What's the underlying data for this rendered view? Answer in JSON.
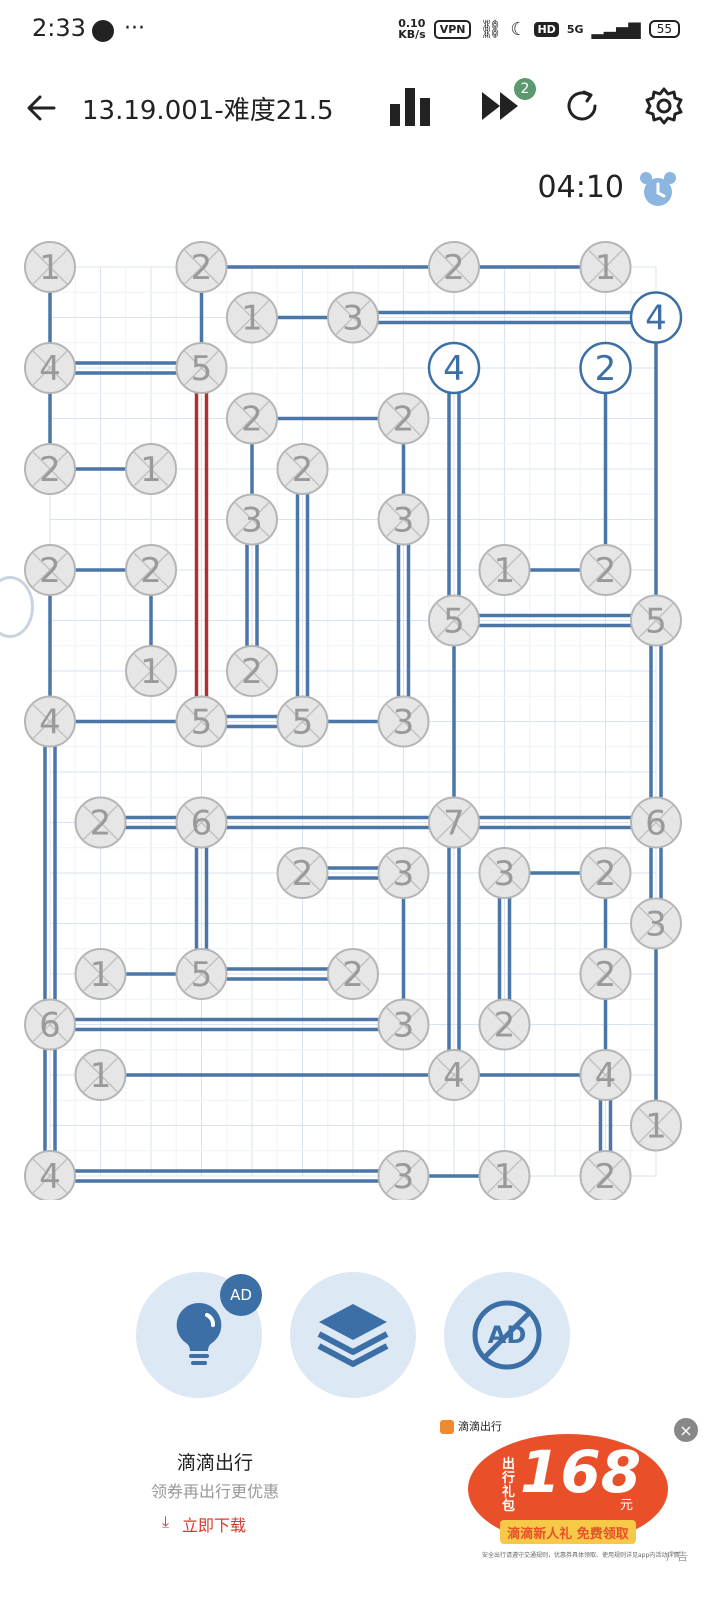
{
  "status_bar": {
    "time": "2:33",
    "speed": "0.10\nKB/s",
    "vpn": "VPN",
    "hd": "HD",
    "network": "5G",
    "battery": "55"
  },
  "header": {
    "title": "13.19.001-难度21.5",
    "skip_badge": "2"
  },
  "timer": "04:10",
  "colors": {
    "line": "#4a76a8",
    "highlight": "#b03030",
    "grid": "#d7e3ef",
    "node_fill": "#e6e6e6",
    "node_stroke": "#b5b5b5",
    "accent": "#3b6fa6"
  },
  "puzzle": {
    "grid": {
      "cols": 13,
      "rows": 19
    },
    "nodes": [
      {
        "c": 0,
        "r": 0,
        "v": "1",
        "done": true
      },
      {
        "c": 3,
        "r": 0,
        "v": "2",
        "done": true
      },
      {
        "c": 8,
        "r": 0,
        "v": "2",
        "done": true
      },
      {
        "c": 11,
        "r": 0,
        "v": "1",
        "done": true
      },
      {
        "c": 4,
        "r": 1,
        "v": "1",
        "done": true
      },
      {
        "c": 6,
        "r": 1,
        "v": "3",
        "done": true
      },
      {
        "c": 12,
        "r": 1,
        "v": "4",
        "done": false
      },
      {
        "c": 0,
        "r": 2,
        "v": "4",
        "done": true
      },
      {
        "c": 3,
        "r": 2,
        "v": "5",
        "done": true
      },
      {
        "c": 8,
        "r": 2,
        "v": "4",
        "done": false
      },
      {
        "c": 11,
        "r": 2,
        "v": "2",
        "done": false
      },
      {
        "c": 4,
        "r": 3,
        "v": "2",
        "done": true
      },
      {
        "c": 7,
        "r": 3,
        "v": "2",
        "done": true
      },
      {
        "c": 0,
        "r": 4,
        "v": "2",
        "done": true
      },
      {
        "c": 2,
        "r": 4,
        "v": "1",
        "done": true
      },
      {
        "c": 5,
        "r": 4,
        "v": "2",
        "done": true
      },
      {
        "c": 4,
        "r": 5,
        "v": "3",
        "done": true
      },
      {
        "c": 7,
        "r": 5,
        "v": "3",
        "done": true
      },
      {
        "c": 0,
        "r": 6,
        "v": "2",
        "done": true
      },
      {
        "c": 2,
        "r": 6,
        "v": "2",
        "done": true
      },
      {
        "c": 9,
        "r": 6,
        "v": "1",
        "done": true
      },
      {
        "c": 11,
        "r": 6,
        "v": "2",
        "done": true
      },
      {
        "c": 8,
        "r": 7,
        "v": "5",
        "done": true
      },
      {
        "c": 12,
        "r": 7,
        "v": "5",
        "done": true
      },
      {
        "c": 2,
        "r": 8,
        "v": "1",
        "done": true
      },
      {
        "c": 4,
        "r": 8,
        "v": "2",
        "done": true
      },
      {
        "c": 0,
        "r": 9,
        "v": "4",
        "done": true
      },
      {
        "c": 3,
        "r": 9,
        "v": "5",
        "done": true
      },
      {
        "c": 5,
        "r": 9,
        "v": "5",
        "done": true
      },
      {
        "c": 7,
        "r": 9,
        "v": "3",
        "done": true
      },
      {
        "c": 1,
        "r": 11,
        "v": "2",
        "done": true
      },
      {
        "c": 3,
        "r": 11,
        "v": "6",
        "done": true
      },
      {
        "c": 8,
        "r": 11,
        "v": "7",
        "done": true
      },
      {
        "c": 12,
        "r": 11,
        "v": "6",
        "done": true
      },
      {
        "c": 5,
        "r": 12,
        "v": "2",
        "done": true
      },
      {
        "c": 7,
        "r": 12,
        "v": "3",
        "done": true
      },
      {
        "c": 9,
        "r": 12,
        "v": "3",
        "done": true
      },
      {
        "c": 11,
        "r": 12,
        "v": "2",
        "done": true
      },
      {
        "c": 12,
        "r": 13,
        "v": "3",
        "done": true
      },
      {
        "c": 1,
        "r": 14,
        "v": "1",
        "done": true
      },
      {
        "c": 3,
        "r": 14,
        "v": "5",
        "done": true
      },
      {
        "c": 6,
        "r": 14,
        "v": "2",
        "done": true
      },
      {
        "c": 11,
        "r": 14,
        "v": "2",
        "done": true
      },
      {
        "c": 0,
        "r": 15,
        "v": "6",
        "done": true
      },
      {
        "c": 7,
        "r": 15,
        "v": "3",
        "done": true
      },
      {
        "c": 9,
        "r": 15,
        "v": "2",
        "done": true
      },
      {
        "c": 1,
        "r": 16,
        "v": "1",
        "done": true
      },
      {
        "c": 8,
        "r": 16,
        "v": "4",
        "done": true
      },
      {
        "c": 11,
        "r": 16,
        "v": "4",
        "done": true
      },
      {
        "c": 12,
        "r": 17,
        "v": "1",
        "done": true
      },
      {
        "c": 0,
        "r": 18,
        "v": "4",
        "done": true
      },
      {
        "c": 7,
        "r": 18,
        "v": "3",
        "done": true
      },
      {
        "c": 9,
        "r": 18,
        "v": "1",
        "done": true
      },
      {
        "c": 11,
        "r": 18,
        "v": "2",
        "done": true
      }
    ],
    "bridges": [
      {
        "a": [
          3,
          0
        ],
        "b": [
          8,
          0
        ],
        "n": 1
      },
      {
        "a": [
          8,
          0
        ],
        "b": [
          11,
          0
        ],
        "n": 1
      },
      {
        "a": [
          0,
          0
        ],
        "b": [
          0,
          2
        ],
        "n": 1
      },
      {
        "a": [
          3,
          0
        ],
        "b": [
          3,
          2
        ],
        "n": 1
      },
      {
        "a": [
          4,
          1
        ],
        "b": [
          6,
          1
        ],
        "n": 1
      },
      {
        "a": [
          6,
          1
        ],
        "b": [
          12,
          1
        ],
        "n": 2
      },
      {
        "a": [
          12,
          1
        ],
        "b": [
          12,
          7
        ],
        "n": 1
      },
      {
        "a": [
          0,
          2
        ],
        "b": [
          3,
          2
        ],
        "n": 2
      },
      {
        "a": [
          0,
          2
        ],
        "b": [
          0,
          4
        ],
        "n": 1
      },
      {
        "a": [
          3,
          2
        ],
        "b": [
          3,
          9
        ],
        "n": 2,
        "red": true
      },
      {
        "a": [
          8,
          2
        ],
        "b": [
          8,
          7
        ],
        "n": 2
      },
      {
        "a": [
          11,
          2
        ],
        "b": [
          11,
          6
        ],
        "n": 1
      },
      {
        "a": [
          4,
          3
        ],
        "b": [
          7,
          3
        ],
        "n": 1
      },
      {
        "a": [
          4,
          3
        ],
        "b": [
          4,
          5
        ],
        "n": 1
      },
      {
        "a": [
          7,
          3
        ],
        "b": [
          7,
          5
        ],
        "n": 1
      },
      {
        "a": [
          0,
          4
        ],
        "b": [
          2,
          4
        ],
        "n": 1
      },
      {
        "a": [
          5,
          4
        ],
        "b": [
          5,
          9
        ],
        "n": 2
      },
      {
        "a": [
          4,
          5
        ],
        "b": [
          4,
          8
        ],
        "n": 2
      },
      {
        "a": [
          7,
          5
        ],
        "b": [
          7,
          9
        ],
        "n": 2
      },
      {
        "a": [
          0,
          6
        ],
        "b": [
          2,
          6
        ],
        "n": 1
      },
      {
        "a": [
          0,
          6
        ],
        "b": [
          0,
          9
        ],
        "n": 1
      },
      {
        "a": [
          2,
          6
        ],
        "b": [
          2,
          8
        ],
        "n": 1
      },
      {
        "a": [
          9,
          6
        ],
        "b": [
          11,
          6
        ],
        "n": 1
      },
      {
        "a": [
          8,
          7
        ],
        "b": [
          12,
          7
        ],
        "n": 2
      },
      {
        "a": [
          8,
          7
        ],
        "b": [
          8,
          11
        ],
        "n": 1
      },
      {
        "a": [
          12,
          7
        ],
        "b": [
          12,
          11
        ],
        "n": 2
      },
      {
        "a": [
          0,
          9
        ],
        "b": [
          3,
          9
        ],
        "n": 1
      },
      {
        "a": [
          3,
          9
        ],
        "b": [
          5,
          9
        ],
        "n": 2
      },
      {
        "a": [
          5,
          9
        ],
        "b": [
          7,
          9
        ],
        "n": 1
      },
      {
        "a": [
          0,
          9
        ],
        "b": [
          0,
          15
        ],
        "n": 2
      },
      {
        "a": [
          1,
          11
        ],
        "b": [
          3,
          11
        ],
        "n": 2
      },
      {
        "a": [
          3,
          11
        ],
        "b": [
          8,
          11
        ],
        "n": 2
      },
      {
        "a": [
          8,
          11
        ],
        "b": [
          12,
          11
        ],
        "n": 2
      },
      {
        "a": [
          3,
          11
        ],
        "b": [
          3,
          14
        ],
        "n": 2
      },
      {
        "a": [
          8,
          11
        ],
        "b": [
          8,
          16
        ],
        "n": 2
      },
      {
        "a": [
          12,
          11
        ],
        "b": [
          12,
          13
        ],
        "n": 2
      },
      {
        "a": [
          5,
          12
        ],
        "b": [
          7,
          12
        ],
        "n": 2
      },
      {
        "a": [
          7,
          12
        ],
        "b": [
          7,
          15
        ],
        "n": 1
      },
      {
        "a": [
          9,
          12
        ],
        "b": [
          11,
          12
        ],
        "n": 1
      },
      {
        "a": [
          9,
          12
        ],
        "b": [
          9,
          15
        ],
        "n": 2
      },
      {
        "a": [
          11,
          12
        ],
        "b": [
          11,
          14
        ],
        "n": 1
      },
      {
        "a": [
          12,
          13
        ],
        "b": [
          12,
          17
        ],
        "n": 1
      },
      {
        "a": [
          1,
          14
        ],
        "b": [
          3,
          14
        ],
        "n": 1
      },
      {
        "a": [
          3,
          14
        ],
        "b": [
          6,
          14
        ],
        "n": 2
      },
      {
        "a": [
          11,
          14
        ],
        "b": [
          11,
          16
        ],
        "n": 1
      },
      {
        "a": [
          0,
          15
        ],
        "b": [
          7,
          15
        ],
        "n": 2
      },
      {
        "a": [
          0,
          15
        ],
        "b": [
          0,
          18
        ],
        "n": 2
      },
      {
        "a": [
          1,
          16
        ],
        "b": [
          8,
          16
        ],
        "n": 1
      },
      {
        "a": [
          8,
          16
        ],
        "b": [
          11,
          16
        ],
        "n": 1
      },
      {
        "a": [
          11,
          16
        ],
        "b": [
          11,
          18
        ],
        "n": 2
      },
      {
        "a": [
          0,
          18
        ],
        "b": [
          7,
          18
        ],
        "n": 2
      },
      {
        "a": [
          7,
          18
        ],
        "b": [
          9,
          18
        ],
        "n": 1
      }
    ]
  },
  "bottom": {
    "ad_badge": "AD"
  },
  "ad": {
    "brand": "滴滴出行",
    "title": "滴滴出行",
    "subtitle": "领券再出行更优惠",
    "download": "立即下载",
    "price": "168",
    "unit": "元",
    "vertical": "出行礼包",
    "strip": "滴滴新人礼 免费领取",
    "fine": "安全出行请遵守交通规则，优惠券具体领取、使用规则详见app内活动详情",
    "label": "广告"
  }
}
